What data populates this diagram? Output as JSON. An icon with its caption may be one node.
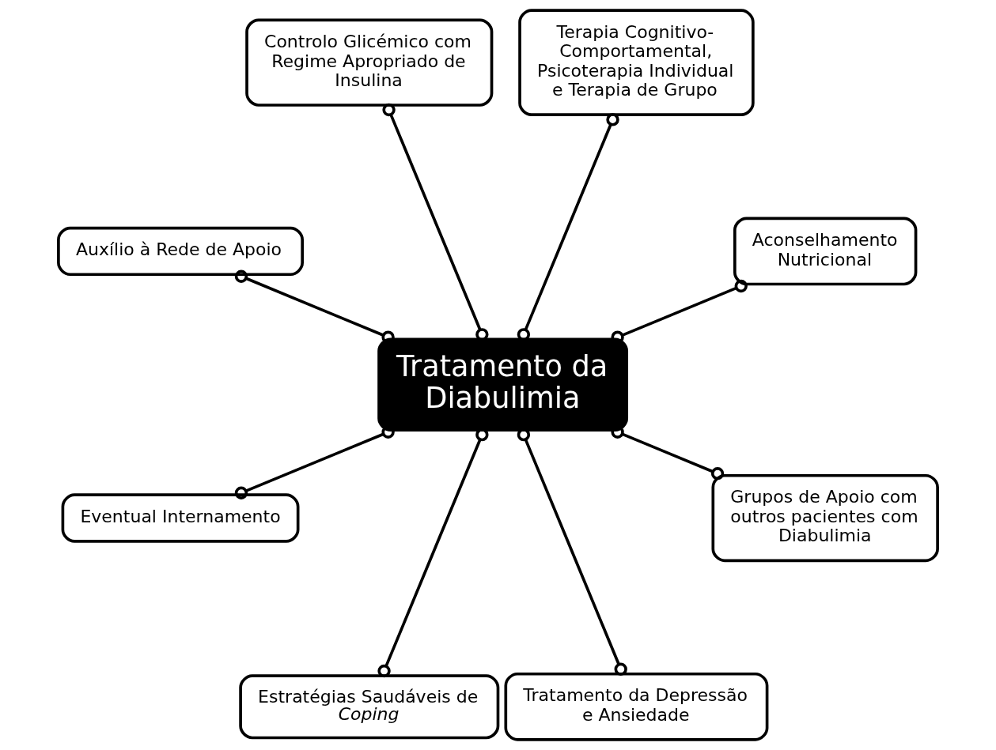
{
  "diagram": {
    "nodes": [
      {
        "text": [
          "Tratamento da Diabulimia"
        ]
      },
      {
        "text": [
          "Aconselhamento Nutricional"
        ]
      },
      {
        "text": [
          "Terapia Cognitivo-Comportamental, Psicoterapia Individual e Terapia de Grupo"
        ]
      },
      {
        "text": [
          "Controlo Glicémico com Regime Apropriado de Insulina"
        ]
      },
      {
        "text": [
          "Auxílio à Rede de Apoio"
        ]
      },
      {
        "text": [
          "Eventual Internamento"
        ]
      },
      {
        "text": [
          "Estratégias Saudáveis de *Coping*"
        ]
      },
      {
        "text": [
          "Tratamento da Depressão e Ansiedade"
        ]
      },
      {
        "text": [
          "Grupos de Apoio com outros pacientes com Diabulimia"
        ]
      }
    ],
    "edges": [
      {
        "from": 0,
        "to": 1,
        "arrow": "other"
      },
      {
        "from": 0,
        "to": 2,
        "arrow": "other"
      },
      {
        "from": 0,
        "to": 3,
        "arrow": "other"
      },
      {
        "from": 0,
        "to": 4,
        "arrow": "other"
      },
      {
        "from": 0,
        "to": 5,
        "arrow": "other"
      },
      {
        "from": 0,
        "to": 6,
        "arrow": "other"
      },
      {
        "from": 0,
        "to": 7,
        "arrow": "other"
      },
      {
        "from": 0,
        "to": 8,
        "arrow": "other"
      }
    ]
  }
}
